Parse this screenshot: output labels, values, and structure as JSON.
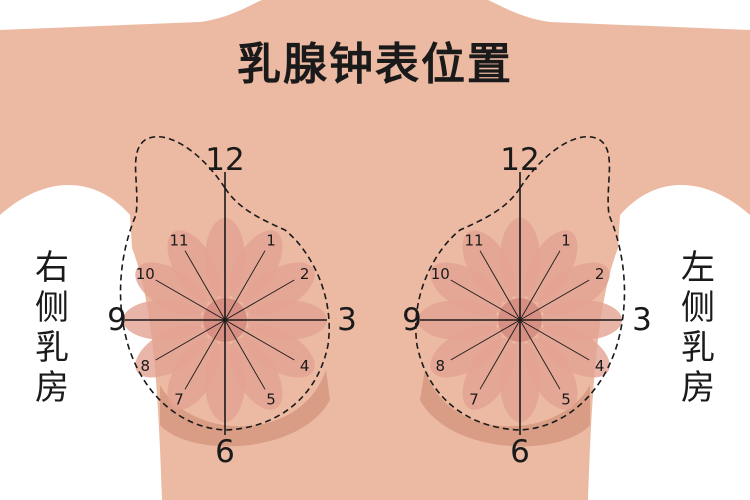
{
  "title": "乳腺钟表位置",
  "labels": {
    "right_breast": [
      "右",
      "侧",
      "乳",
      "房"
    ],
    "left_breast": [
      "左",
      "侧",
      "乳",
      "房"
    ]
  },
  "clock": {
    "major": {
      "top": "12",
      "right": "3",
      "bottom": "6",
      "left": "9"
    },
    "minor": [
      "1",
      "2",
      "4",
      "5",
      "7",
      "8",
      "10",
      "11"
    ]
  },
  "colors": {
    "skin": "#ecb9a2",
    "shadow": "#d99c84",
    "lobe": "#e3a292",
    "areola": "#d68f82",
    "line": "#1a1a1a"
  }
}
